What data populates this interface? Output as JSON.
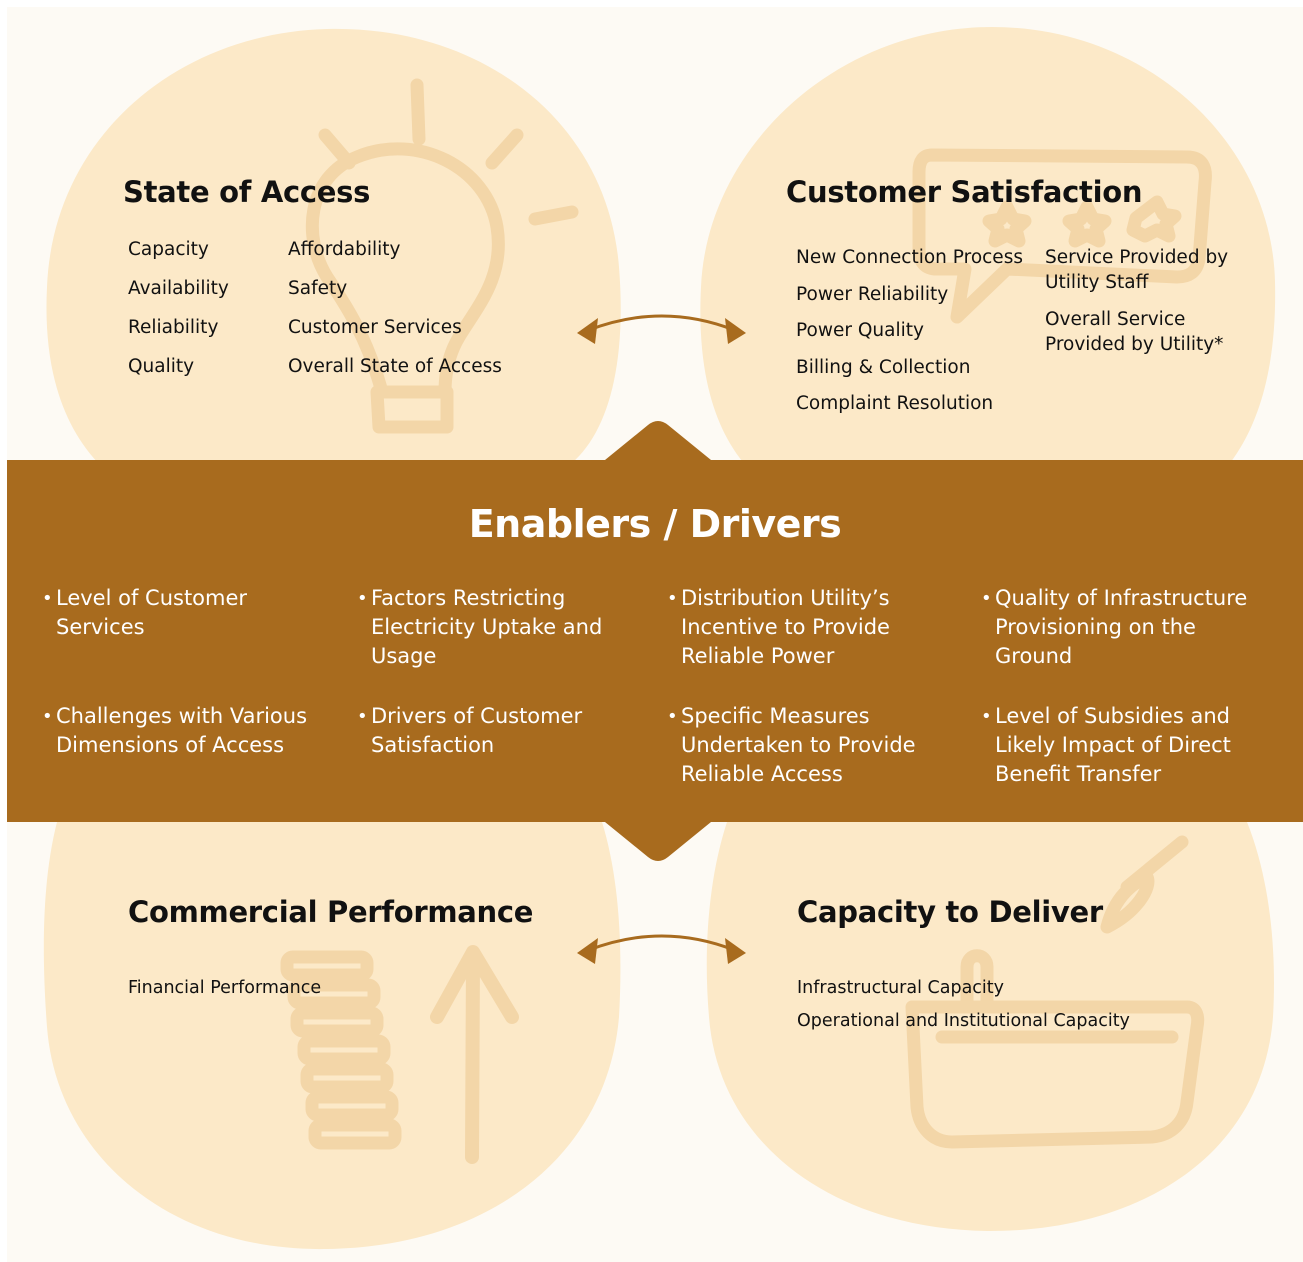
{
  "colors": {
    "background": "#fdfaf4",
    "circle": "#fce9c8",
    "icon_stroke": "#f3d6a8",
    "band": "#a86b1e",
    "arrow": "#a86b1e",
    "band_text": "#ffffff",
    "text": "#111111"
  },
  "state_of_access": {
    "title": "State of Access",
    "col1": [
      "Capacity",
      "Availability",
      "Reliability",
      "Quality"
    ],
    "col2": [
      "Affordability",
      "Safety",
      "Customer Services",
      "Overall State of Access"
    ]
  },
  "customer_satisfaction": {
    "title": "Customer Satisfaction",
    "col1": [
      "New Connection Process",
      "Power Reliability",
      "Power Quality",
      "Billing & Collection",
      "Complaint Resolution"
    ],
    "col2": [
      "Service Provided by Utility Staff",
      "Overall Service Provided by Utility*"
    ]
  },
  "enablers": {
    "title": "Enablers / Drivers",
    "items": [
      "Level of Customer Services",
      "Factors Restricting Electricity Uptake and Usage",
      "Distribution Utility’s Incentive to Provide Reliable Power",
      "Quality of Infrastructure Provisioning on the Ground",
      "Challenges with Various Dimensions of Access",
      "Drivers of Customer Satisfaction",
      "Specific Measures Undertaken to Provide Reliable Access",
      "Level of Subsidies and Likely Impact of Direct Benefit Transfer"
    ]
  },
  "commercial_performance": {
    "title": "Commercial Performance",
    "items": [
      "Financial Performance"
    ]
  },
  "capacity_to_deliver": {
    "title": "Capacity to Deliver",
    "items": [
      "Infrastructural Capacity",
      "Operational and Institutional Capacity"
    ]
  },
  "icons": [
    "lightbulb-icon",
    "speech-bubble-icon",
    "coin-stack-icon",
    "up-arrow-icon",
    "plug-icon"
  ]
}
